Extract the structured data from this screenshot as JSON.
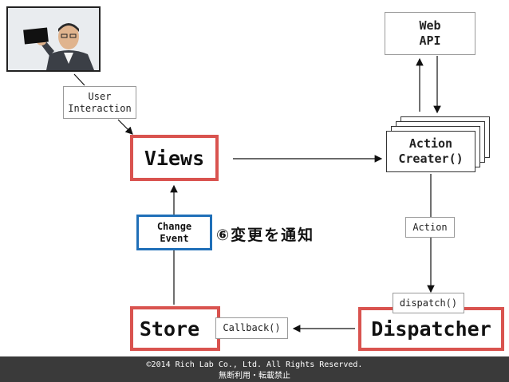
{
  "nodes": {
    "views": "Views",
    "store": "Store",
    "dispatcher": "Dispatcher",
    "web_api": "Web\nAPI",
    "action_creater": "Action\nCreater()",
    "user_interaction": "User\nInteraction",
    "change_event": "Change\nEvent",
    "action": "Action",
    "dispatch": "dispatch()",
    "callback": "Callback()"
  },
  "annotation": "⑥変更を通知",
  "footer": {
    "line1": "©2014 Rich Lab Co., Ltd. All Rights Reserved.",
    "line2": "無断利用・転載禁止"
  },
  "colors": {
    "red_border": "#d9534f",
    "blue_border": "#1f6fb8",
    "footer_bg": "#3a3a3a"
  },
  "icons": [
    "person-photo-icon"
  ]
}
